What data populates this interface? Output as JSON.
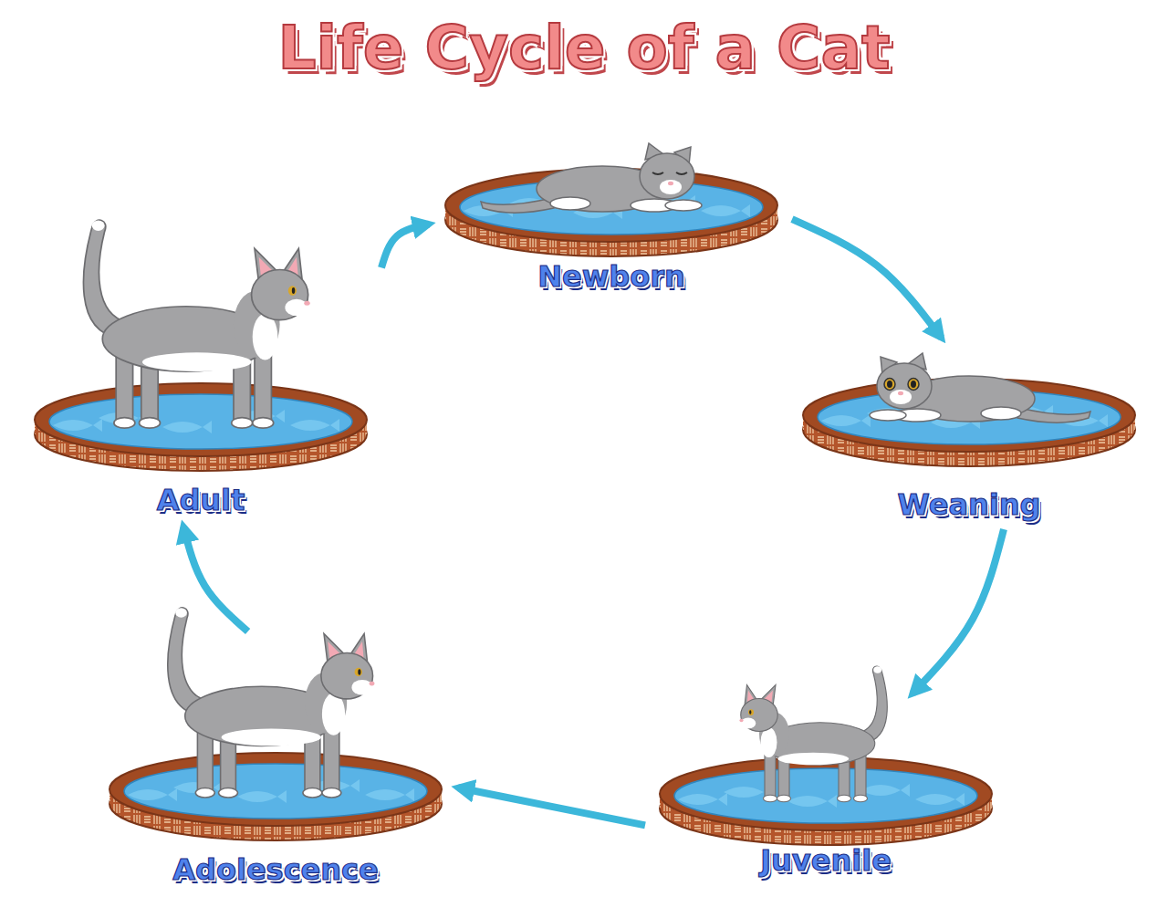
{
  "diagram": {
    "title": "Life Cycle of a Cat",
    "nodes": [
      {
        "text": [
          "Newborn"
        ]
      },
      {
        "text": [
          "Weaning"
        ]
      },
      {
        "text": [
          "Juvenile"
        ]
      },
      {
        "text": [
          "Adolescence"
        ]
      },
      {
        "text": [
          "Adult"
        ]
      }
    ],
    "edges": [
      {
        "from": 0,
        "to": 1,
        "arrow": "to"
      },
      {
        "from": 1,
        "to": 2,
        "arrow": "to"
      },
      {
        "from": 2,
        "to": 3,
        "arrow": "to"
      },
      {
        "from": 3,
        "to": 4,
        "arrow": "to"
      },
      {
        "from": 4,
        "to": 0,
        "arrow": "to"
      }
    ]
  }
}
